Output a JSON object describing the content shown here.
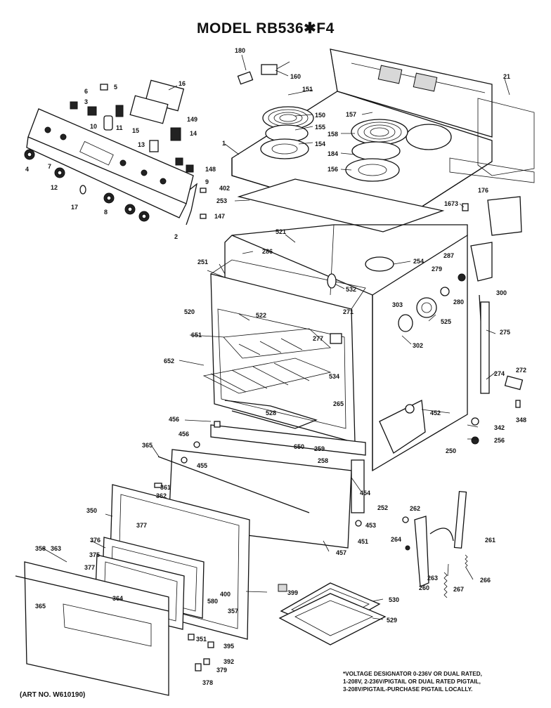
{
  "title": "MODEL RB536✱F4",
  "art_number": "(ART NO. W610190)",
  "footnote": [
    "*VOLTAGE DESIGNATOR 0-236V OR DUAL RATED,",
    "1-208V, 2-236V/PIGTAIL OR DUAL RATED PIGTAIL,",
    "3-208V/PIGTAIL-PURCHASE PIGTAIL LOCALLY."
  ],
  "callouts": [
    "180",
    "160",
    "21",
    "16",
    "6",
    "5",
    "3",
    "10",
    "11",
    "15",
    "149",
    "14",
    "151",
    "150",
    "155",
    "154",
    "157",
    "158",
    "184",
    "156",
    "1",
    "4",
    "7",
    "12",
    "13",
    "2",
    "148",
    "9",
    "402",
    "253",
    "17",
    "8",
    "147",
    "176",
    "1673",
    "521",
    "286",
    "254",
    "287",
    "279",
    "251",
    "532",
    "271",
    "300",
    "520",
    "522",
    "303",
    "525",
    "280",
    "651",
    "277",
    "275",
    "652",
    "302",
    "534",
    "274",
    "272",
    "528",
    "265",
    "452",
    "456",
    "348",
    "342",
    "256",
    "650",
    "259",
    "258",
    "250",
    "365",
    "455",
    "454",
    "252",
    "361",
    "362",
    "262",
    "350",
    "453",
    "451",
    "377",
    "457",
    "376",
    "261",
    "358",
    "363",
    "375",
    "264",
    "266",
    "260",
    "263",
    "267",
    "580",
    "400",
    "364",
    "357",
    "399",
    "530",
    "529",
    "351",
    "395",
    "392",
    "379",
    "378"
  ]
}
